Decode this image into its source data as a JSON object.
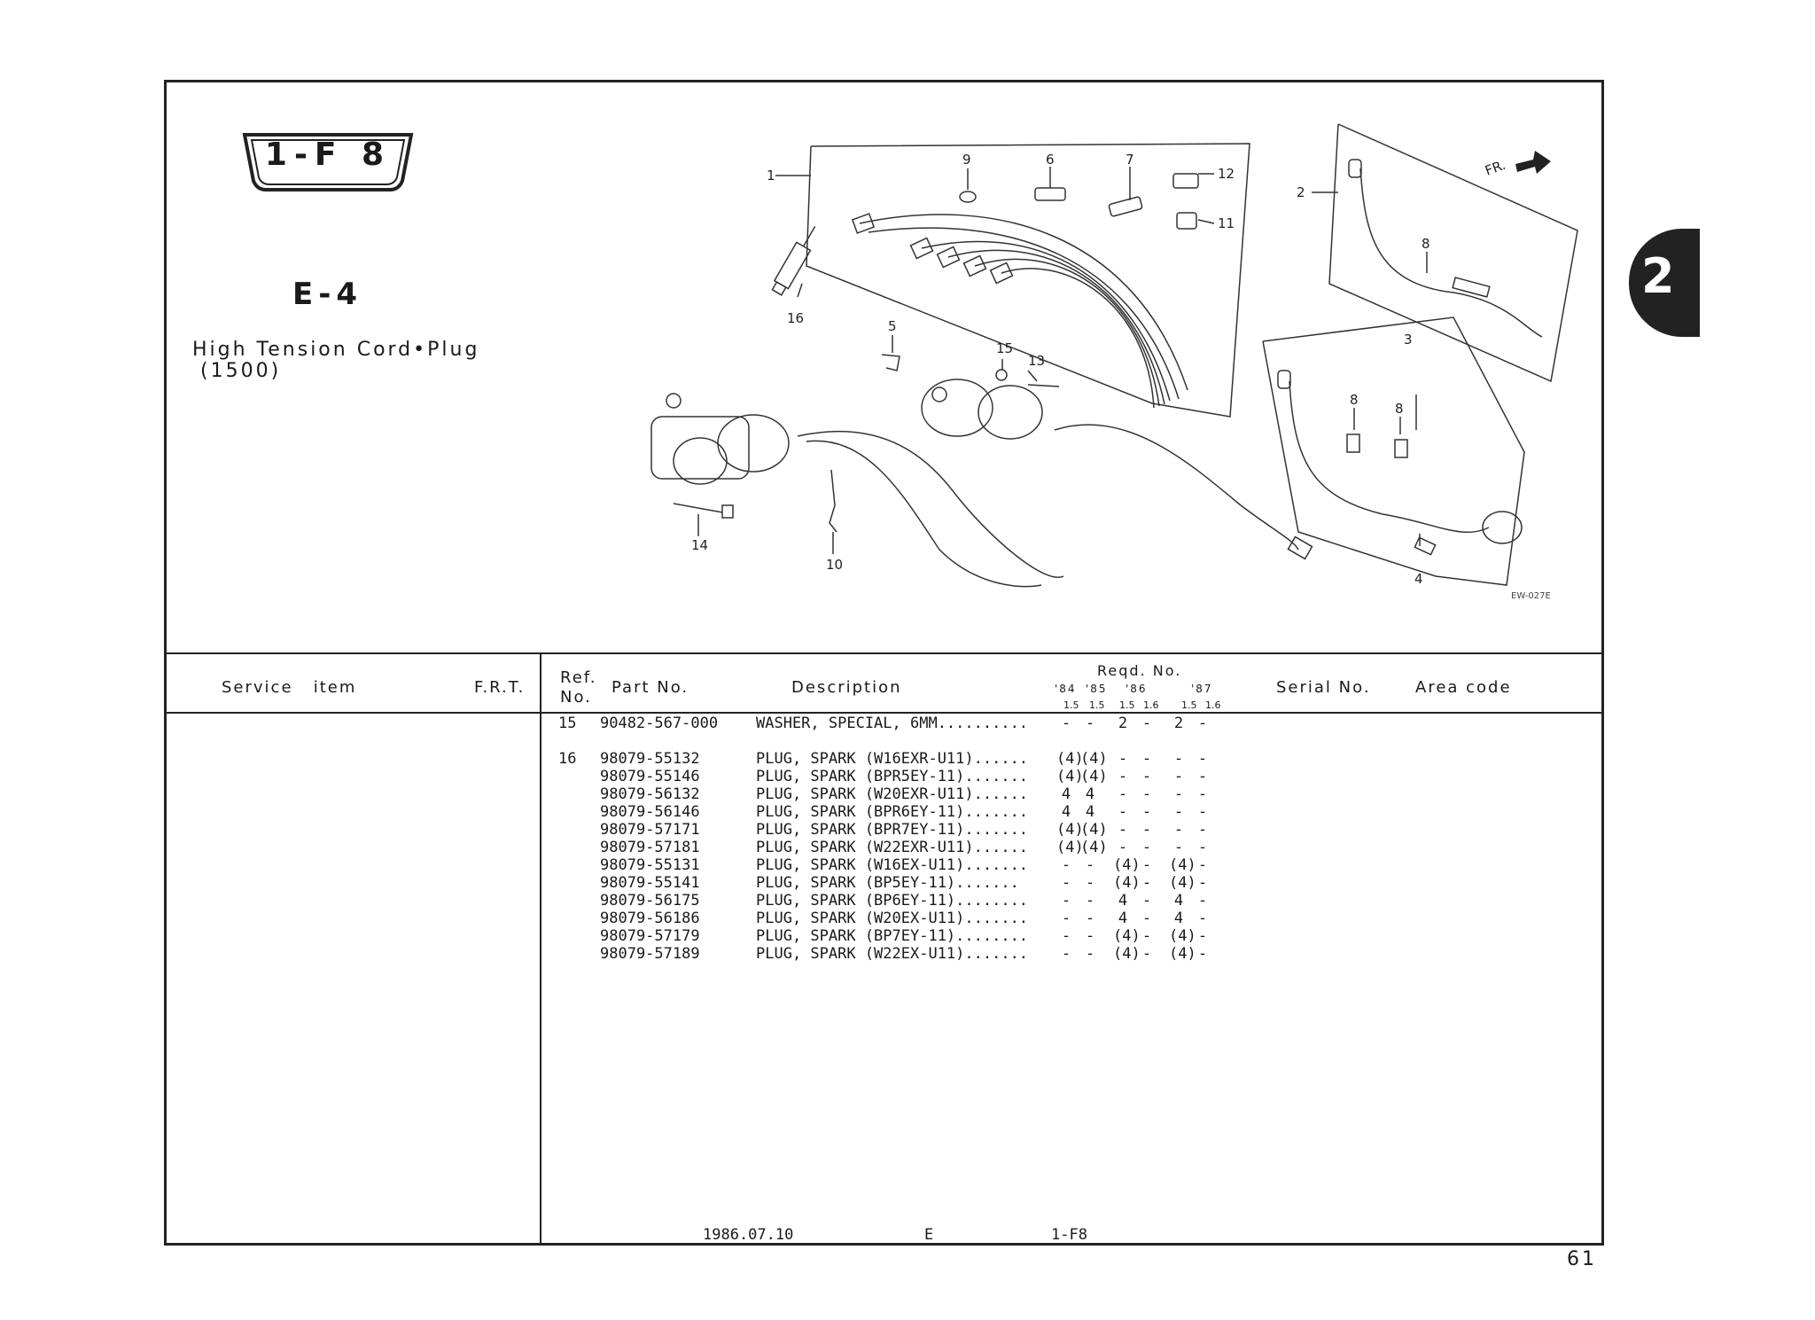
{
  "badge": {
    "text": "1-F 8"
  },
  "group_code": "E-4",
  "title": {
    "line1": "High Tension Cord•Plug",
    "line2": "(1500)"
  },
  "side_tab": "2",
  "diagram": {
    "callouts": [
      "1",
      "2",
      "3",
      "4",
      "5",
      "6",
      "7",
      "8",
      "8",
      "8",
      "9",
      "10",
      "11",
      "12",
      "13",
      "14",
      "15",
      "16"
    ],
    "fr_label": "FR.",
    "drawing_code": "EW-027E"
  },
  "table_header": {
    "service_item": "Service   item",
    "frt": "F.R.T.",
    "ref_no_1": "Ref.",
    "ref_no_2": "No.",
    "part_no": "Part No.",
    "description": "Description",
    "reqd_no": "Reqd. No.",
    "years": [
      "'84",
      "'85",
      "'86",
      "'87"
    ],
    "subcols": [
      "1.5",
      "1.5",
      "1.5",
      "1.6",
      "1.5",
      "1.6"
    ],
    "serial_no": "Serial No.",
    "area_code": "Area code"
  },
  "rows": [
    {
      "ref": "15",
      "part": "90482-567-000",
      "desc": "WASHER, SPECIAL, 6MM..........",
      "qty": [
        "-",
        "-",
        "2",
        "-",
        "2",
        "-"
      ]
    },
    {
      "ref": "16",
      "part": "98079-55132",
      "desc": "PLUG, SPARK (W16EXR-U11)......",
      "qty": [
        "(4)",
        "(4)",
        "-",
        "-",
        "-",
        "-"
      ]
    },
    {
      "ref": "",
      "part": "98079-55146",
      "desc": "PLUG, SPARK (BPR5EY-11).......",
      "qty": [
        "(4)",
        "(4)",
        "-",
        "-",
        "-",
        "-"
      ]
    },
    {
      "ref": "",
      "part": "98079-56132",
      "desc": "PLUG, SPARK (W20EXR-U11)......",
      "qty": [
        "4",
        "4",
        "-",
        "-",
        "-",
        "-"
      ]
    },
    {
      "ref": "",
      "part": "98079-56146",
      "desc": "PLUG, SPARK (BPR6EY-11).......",
      "qty": [
        "4",
        "4",
        "-",
        "-",
        "-",
        "-"
      ]
    },
    {
      "ref": "",
      "part": "98079-57171",
      "desc": "PLUG, SPARK (BPR7EY-11).......",
      "qty": [
        "(4)",
        "(4)",
        "-",
        "-",
        "-",
        "-"
      ]
    },
    {
      "ref": "",
      "part": "98079-57181",
      "desc": "PLUG, SPARK (W22EXR-U11)......",
      "qty": [
        "(4)",
        "(4)",
        "-",
        "-",
        "-",
        "-"
      ]
    },
    {
      "ref": "",
      "part": "98079-55131",
      "desc": "PLUG, SPARK (W16EX-U11).......",
      "qty": [
        "-",
        "-",
        "(4)",
        "-",
        "(4)",
        "-"
      ]
    },
    {
      "ref": "",
      "part": "98079-55141",
      "desc": "PLUG, SPARK (BP5EY-11).......",
      "qty": [
        "-",
        "-",
        "(4)",
        "-",
        "(4)",
        "-"
      ]
    },
    {
      "ref": "",
      "part": "98079-56175",
      "desc": "PLUG, SPARK (BP6EY-11)........",
      "qty": [
        "-",
        "-",
        "4",
        "-",
        "4",
        "-"
      ]
    },
    {
      "ref": "",
      "part": "98079-56186",
      "desc": "PLUG, SPARK (W20EX-U11).......",
      "qty": [
        "-",
        "-",
        "4",
        "-",
        "4",
        "-"
      ]
    },
    {
      "ref": "",
      "part": "98079-57179",
      "desc": "PLUG, SPARK (BP7EY-11)........",
      "qty": [
        "-",
        "-",
        "(4)",
        "-",
        "(4)",
        "-"
      ]
    },
    {
      "ref": "",
      "part": "98079-57189",
      "desc": "PLUG, SPARK (W22EX-U11).......",
      "qty": [
        "-",
        "-",
        "(4)",
        "-",
        "(4)",
        "-"
      ]
    }
  ],
  "footer": {
    "date": "1986.07.10",
    "area": "E",
    "code": "1-F8"
  },
  "page_number": "61"
}
